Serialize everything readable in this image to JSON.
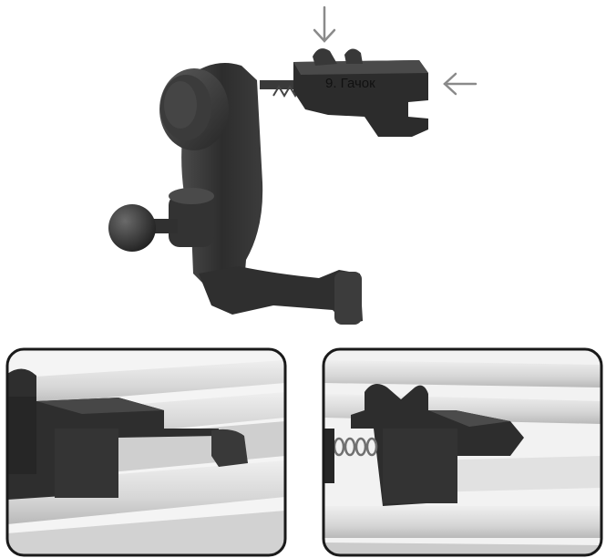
{
  "diagram": {
    "callout_label": "9. Гачок",
    "colors": {
      "plastic_dark": "#2b2b2b",
      "plastic_mid": "#3a3a3a",
      "plastic_light": "#555555",
      "arrow_gray": "#8a8a8a",
      "panel_border": "#1a1a1a",
      "vent_slat": "#d9d9d9",
      "vent_shadow": "#b5b5b5"
    },
    "icons": [
      "down-arrow-icon",
      "left-arrow-icon"
    ],
    "panels": [
      "detail-left",
      "detail-right"
    ]
  }
}
